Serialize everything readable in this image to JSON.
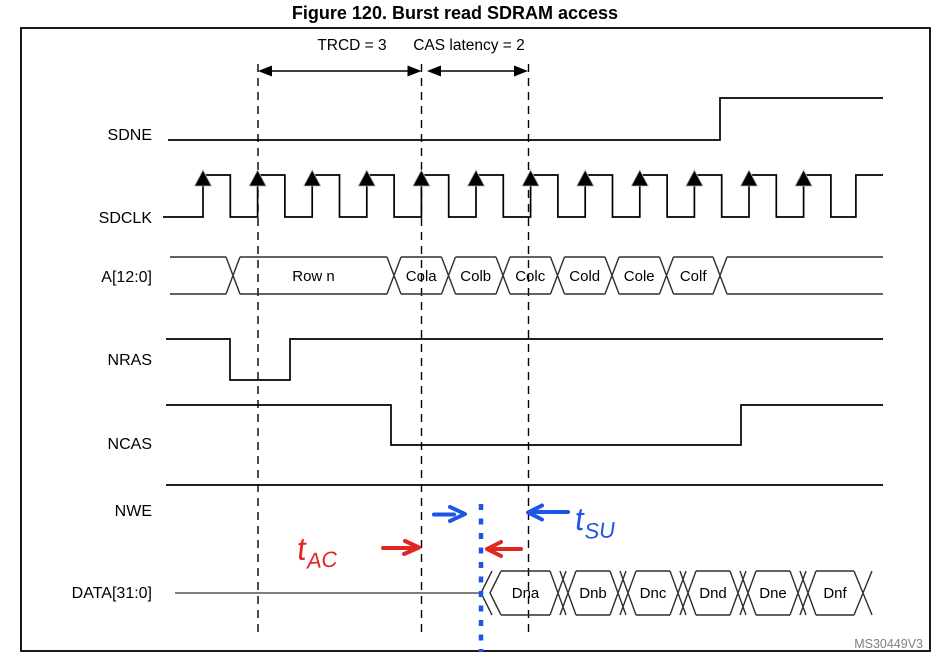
{
  "figure": {
    "title": "Figure 120. Burst read SDRAM access",
    "reference": "MS30449V3"
  },
  "timing_labels": {
    "trcd": "TRCD = 3",
    "cas_latency": "CAS latency = 2"
  },
  "signals": {
    "sdne": "SDNE",
    "sdclk": "SDCLK",
    "address": "A[12:0]",
    "nras": "NRAS",
    "ncas": "NCAS",
    "nwe": "NWE",
    "data": "DATA[31:0]"
  },
  "address_bus": {
    "row": "Row n",
    "columns": [
      "Cola",
      "Colb",
      "Colc",
      "Cold",
      "Cole",
      "Colf"
    ]
  },
  "data_bus": {
    "values": [
      "Dna",
      "Dnb",
      "Dnc",
      "Dnd",
      "Dne",
      "Dnf"
    ]
  },
  "handwritten": {
    "tac": {
      "base": "t",
      "sub": "AC"
    },
    "tsu": {
      "base": "t",
      "sub": "SU"
    }
  },
  "colors": {
    "annotation_red": "#e02620",
    "annotation_blue": "#1e55e6",
    "diagram_gray": "#808080"
  }
}
